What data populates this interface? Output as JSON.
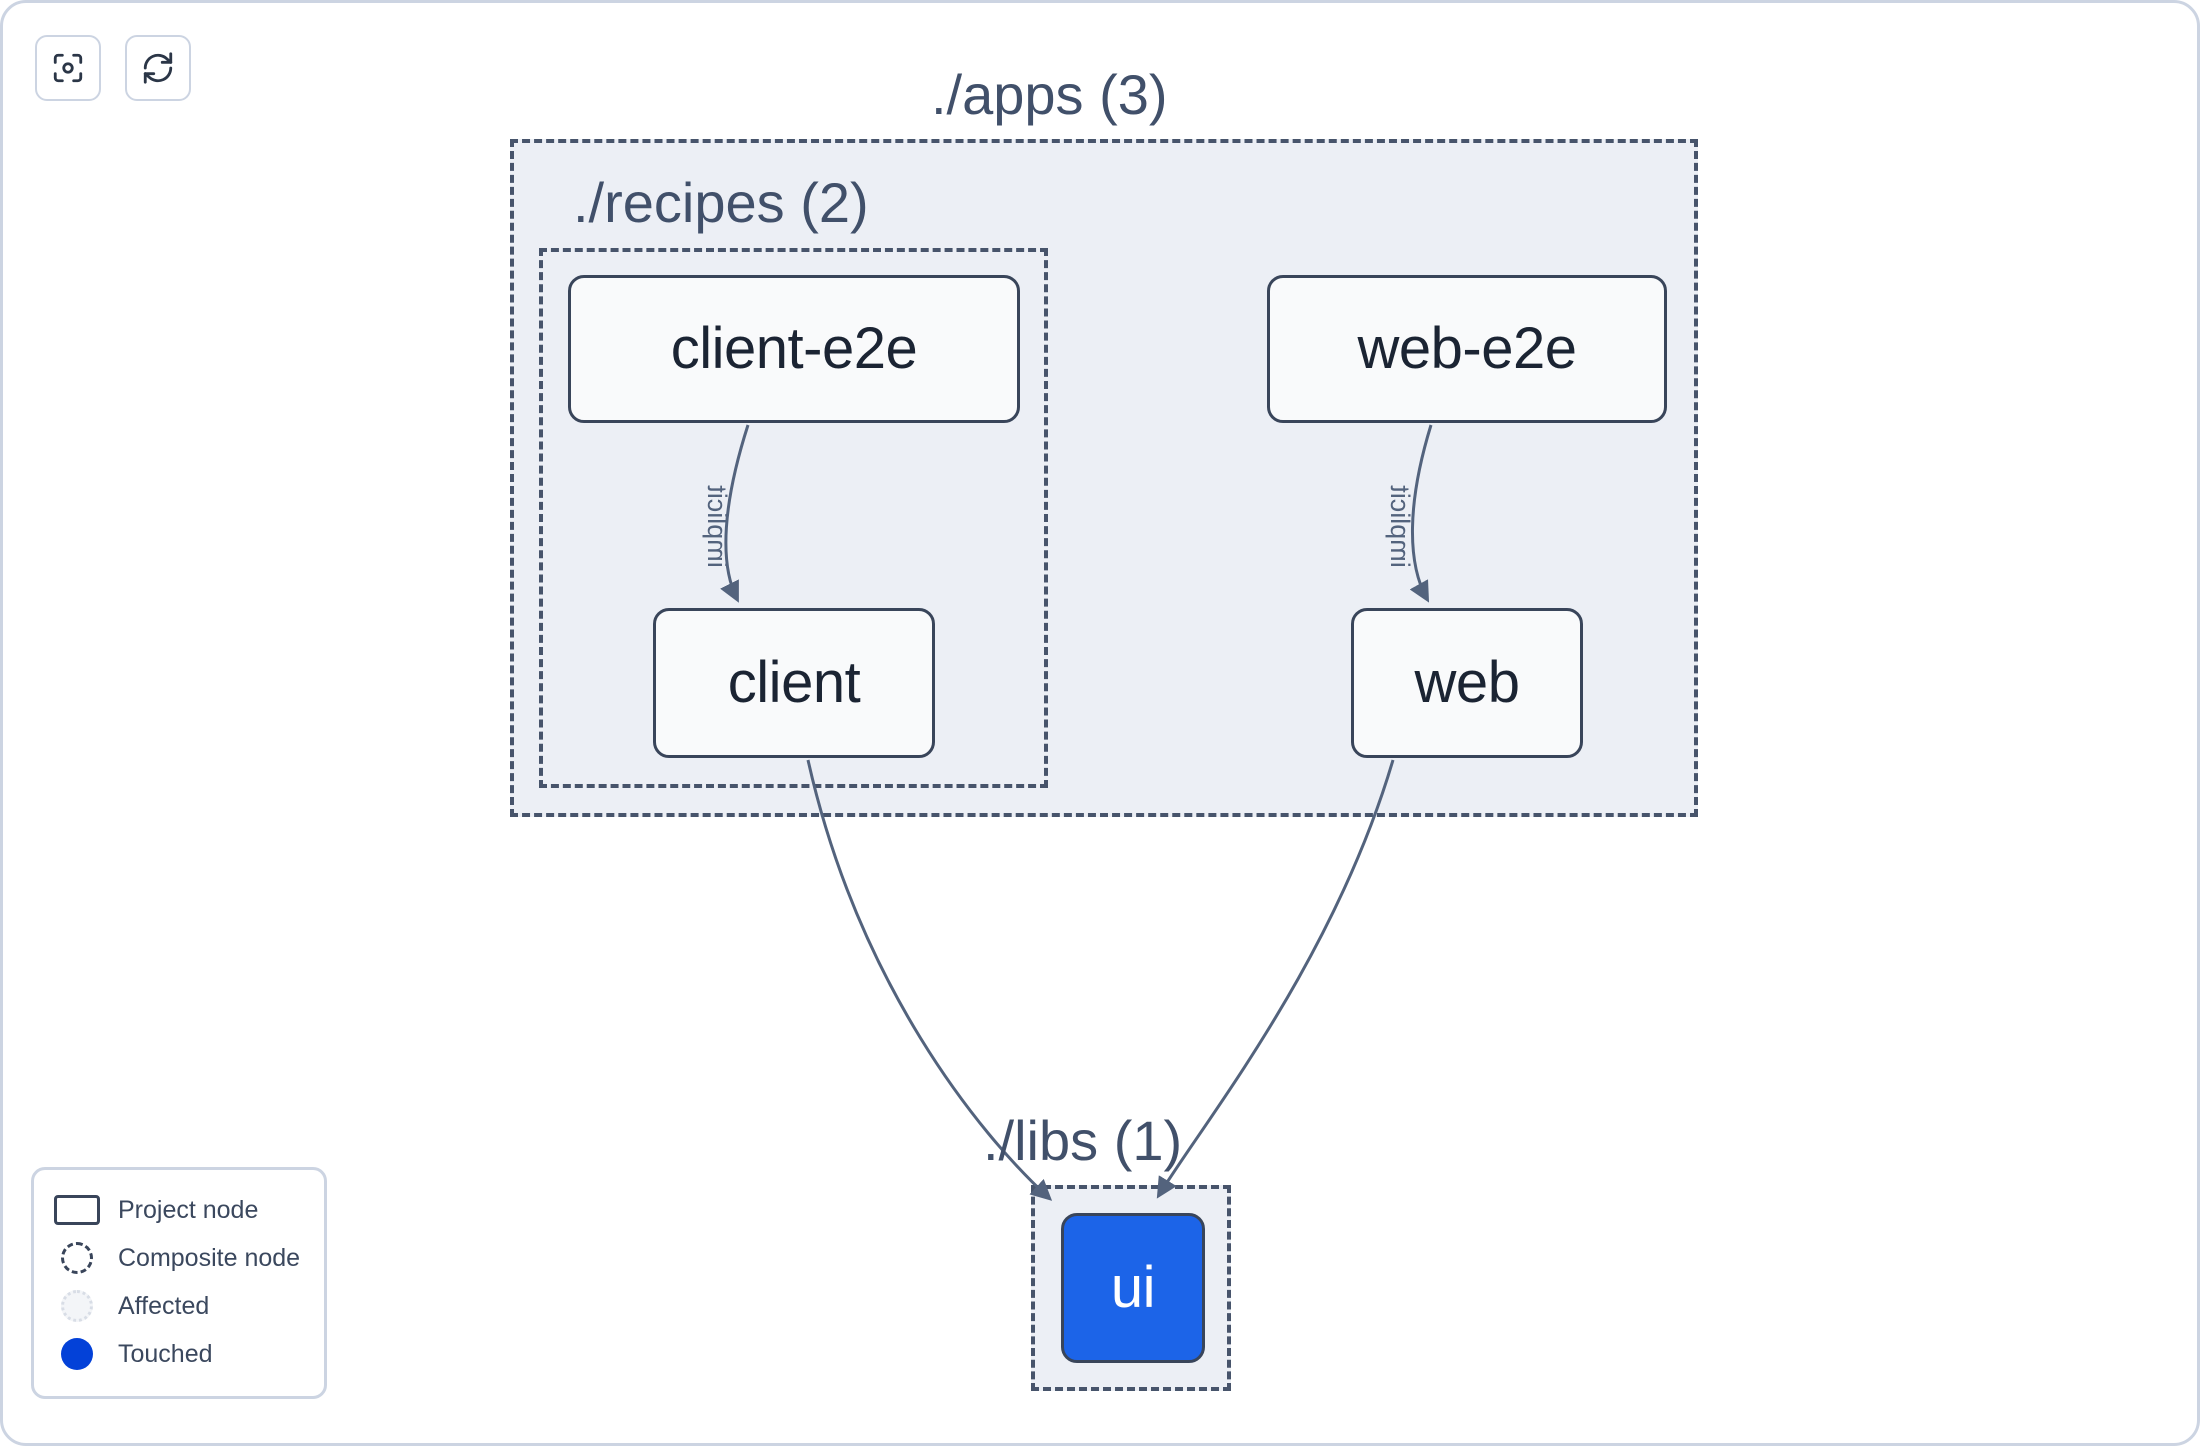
{
  "toolbar": {
    "buttons": [
      {
        "name": "focus-graph-button",
        "icon": "focus-target-icon",
        "title": "Focus graph"
      },
      {
        "name": "refresh-graph-button",
        "icon": "refresh-sync-icon",
        "title": "Refresh graph"
      }
    ]
  },
  "graph": {
    "groups": [
      {
        "id": "apps",
        "label": "./apps (3)",
        "count": 3
      },
      {
        "id": "recipes",
        "label": "./recipes (2)",
        "count": 2
      },
      {
        "id": "libs",
        "label": "./libs (1)",
        "count": 1
      }
    ],
    "nodes": [
      {
        "id": "client-e2e",
        "label": "client-e2e",
        "group": "recipes",
        "state": "default"
      },
      {
        "id": "web-e2e",
        "label": "web-e2e",
        "group": "apps",
        "state": "default"
      },
      {
        "id": "client",
        "label": "client",
        "group": "recipes",
        "state": "default"
      },
      {
        "id": "web",
        "label": "web",
        "group": "apps",
        "state": "default"
      },
      {
        "id": "ui",
        "label": "ui",
        "group": "libs",
        "state": "touched"
      }
    ],
    "edges": [
      {
        "from": "client-e2e",
        "to": "client",
        "label": "implicit"
      },
      {
        "from": "web-e2e",
        "to": "web",
        "label": "implicit"
      },
      {
        "from": "client",
        "to": "ui",
        "label": ""
      },
      {
        "from": "web",
        "to": "ui",
        "label": ""
      }
    ]
  },
  "legend": {
    "items": [
      {
        "swatch": "project-node-swatch",
        "label": "Project node"
      },
      {
        "swatch": "composite-node-swatch",
        "label": "Composite node"
      },
      {
        "swatch": "affected-swatch",
        "label": "Affected"
      },
      {
        "swatch": "touched-swatch",
        "label": "Touched"
      }
    ]
  },
  "colors": {
    "touched": "#0341d8",
    "node_touched_fill": "#1c64e8",
    "group_fill": "#eceff5",
    "group_border": "#47546b",
    "node_border": "#39455a",
    "edge": "#53637d",
    "frame_border": "#ccd4e2"
  }
}
